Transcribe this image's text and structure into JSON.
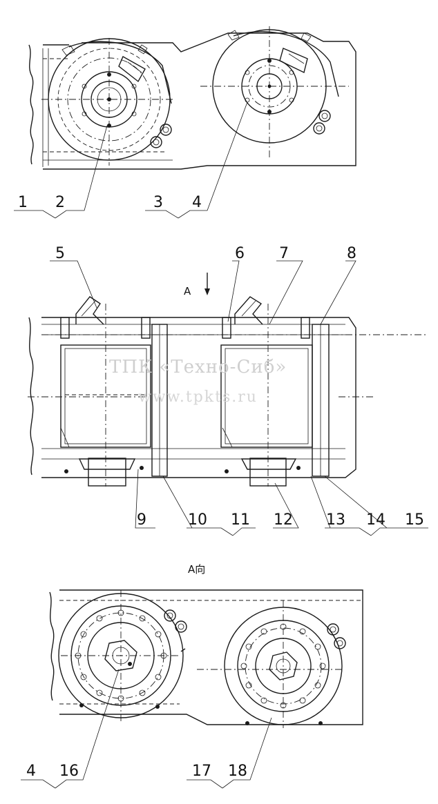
{
  "callouts": [
    "1",
    "2",
    "3",
    "4",
    "5",
    "6",
    "7",
    "8",
    "9",
    "10",
    "11",
    "12",
    "13",
    "14",
    "15",
    "4",
    "16",
    "17",
    "18"
  ],
  "labels": {
    "arrow_a": "A",
    "view_a": "A向"
  },
  "watermark": {
    "line1": "ТПК «Техно-Сиб»",
    "line2": "www.tpkts.ru"
  }
}
